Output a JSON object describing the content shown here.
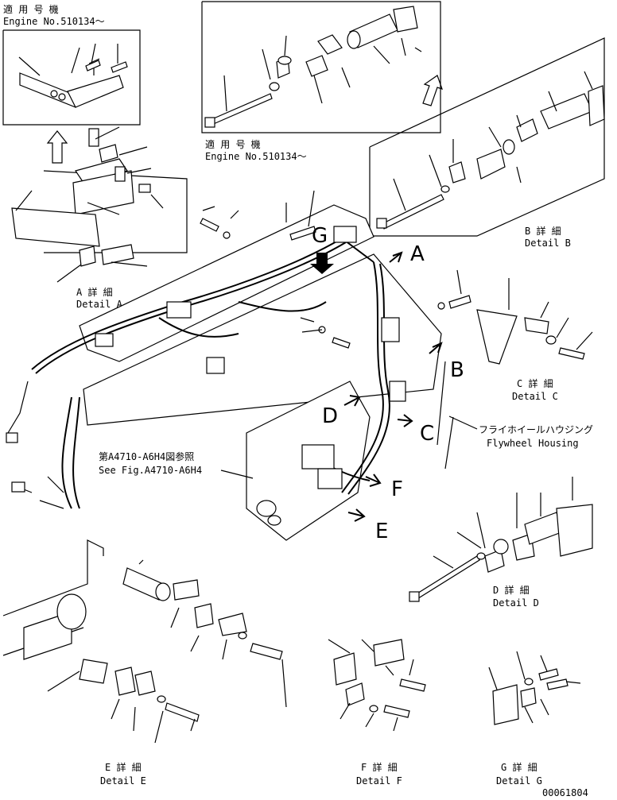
{
  "labels": {
    "applicable_machine_jp": "適 用 号 機",
    "engine_no_top_left": "Engine No.510134～",
    "engine_no_top_center": "Engine No.510134～",
    "applicable_machine_jp_center": "適 用 号 機",
    "detail_a_jp": "A 詳 細",
    "detail_a_en": "Detail A",
    "detail_b_jp": "B 詳 細",
    "detail_b_en": "Detail B",
    "detail_c_jp": "C 詳 細",
    "detail_c_en": "Detail C",
    "detail_d_jp": "D 詳 細",
    "detail_d_en": "Detail D",
    "detail_e_jp": "E 詳 細",
    "detail_e_en": "Detail E",
    "detail_f_jp": "F 詳 細",
    "detail_f_en": "Detail F",
    "detail_g_jp": "G 詳 細",
    "detail_g_en": "Detail G",
    "flywheel_jp": "フライホイールハウジング",
    "flywheel_en": "Flywheel Housing",
    "see_fig_jp": "第A4710-A6H4図参照",
    "see_fig_en": "See Fig.A4710-A6H4",
    "drawing_no": "00061804"
  },
  "callouts": [
    "A",
    "B",
    "C",
    "D",
    "E",
    "F",
    "G"
  ]
}
